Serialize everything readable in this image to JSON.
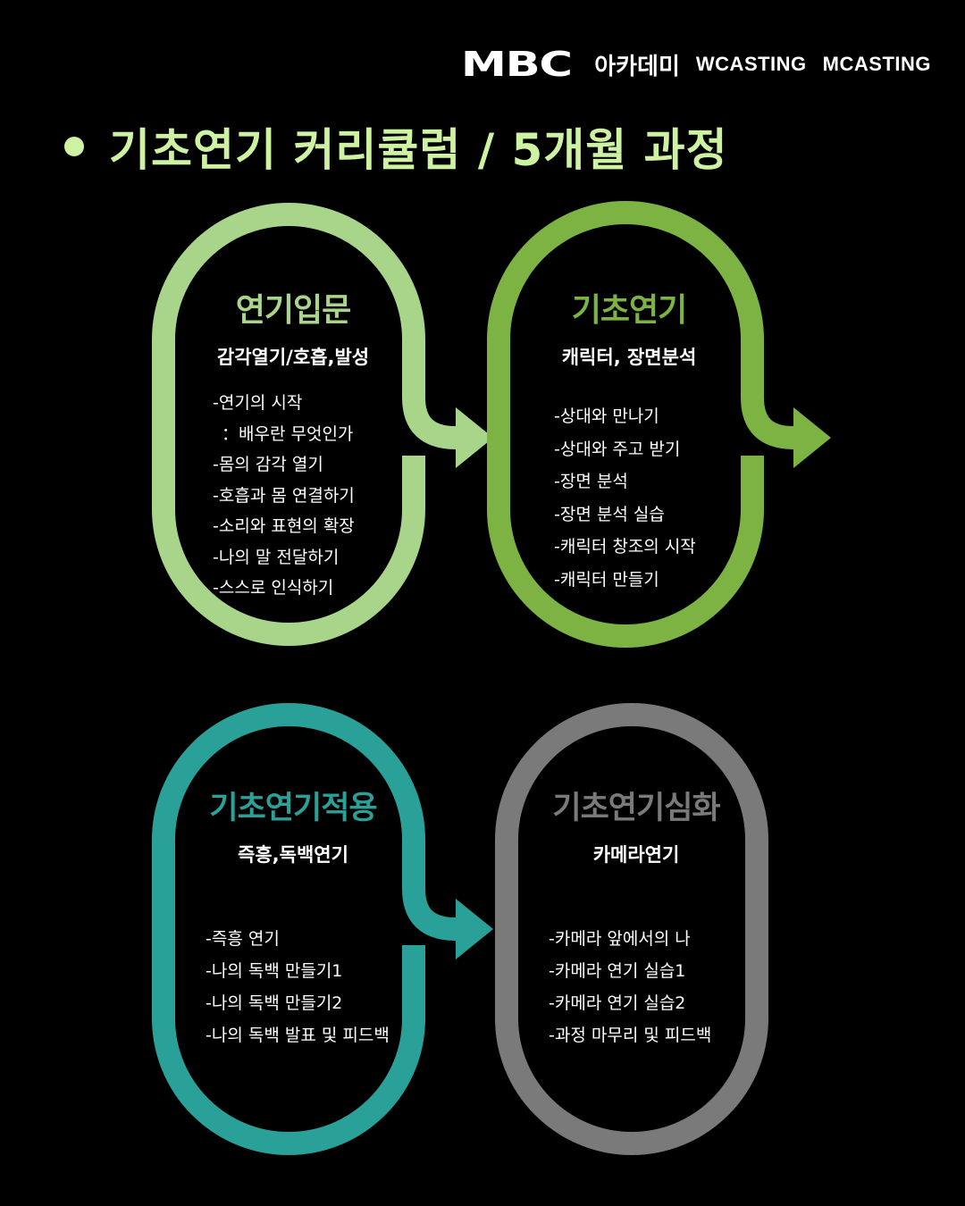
{
  "brand": {
    "logo_mark": "MBC",
    "academy": "아카데미",
    "cast1": "WCASTING",
    "cast2": "MCASTING"
  },
  "headline": "기초연기 커리큘럼 / 5개월 과정",
  "colors": {
    "background": "#000000",
    "headline": "#cdf3a2",
    "stage1": "#a8d58a",
    "stage2": "#7cb342",
    "stage3": "#2aa198",
    "stage4": "#7a7a7a"
  },
  "stages": [
    {
      "title": "연기입문",
      "subtitle": "감각열기/호흡,발성",
      "items": [
        "-연기의 시작",
        "：배우란 무엇인가",
        "-몸의 감각 열기",
        "-호흡과 몸 연결하기",
        "-소리와 표현의 확장",
        "-나의 말 전달하기",
        "-스스로 인식하기"
      ]
    },
    {
      "title": "기초연기",
      "subtitle": "캐릭터, 장면분석",
      "items": [
        "-상대와 만나기",
        "-상대와 주고 받기",
        "-장면 분석",
        "-장면 분석 실습",
        "-캐릭터 창조의 시작",
        "-캐릭터 만들기"
      ]
    },
    {
      "title": "기초연기적용",
      "subtitle": "즉흥,독백연기",
      "items": [
        "-즉흥 연기",
        "-나의 독백  만들기1",
        "-나의 독백  만들기2",
        "-나의 독백 발표 및 피드백"
      ]
    },
    {
      "title": "기초연기심화",
      "subtitle": "카메라연기",
      "items": [
        "-카메라 앞에서의 나",
        "-카메라 연기 실습1",
        "-카메라 연기 실습2",
        "-과정 마무리 및 피드백"
      ]
    }
  ]
}
